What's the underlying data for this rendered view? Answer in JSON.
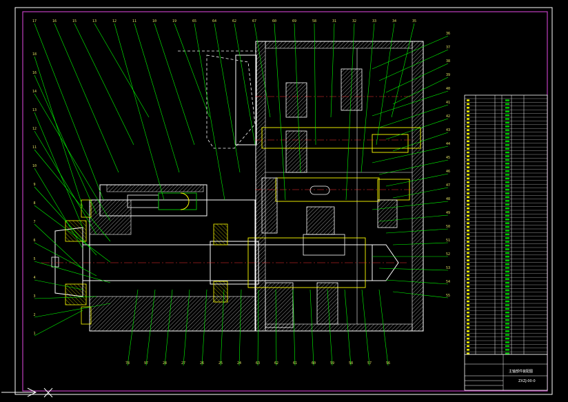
{
  "drawing": {
    "title_block_name": "主轴部件装配图",
    "title_block_code": "ZXZJ-00-0",
    "balloons_top": [
      "17",
      "16",
      "15",
      "13",
      "12",
      "11",
      "10",
      "19",
      "65",
      "64",
      "62",
      "67",
      "60",
      "69",
      "58",
      "31",
      "32",
      "33",
      "34",
      "35"
    ],
    "balloons_left": [
      "18",
      "16",
      "14",
      "13",
      "12",
      "11",
      "10",
      "9",
      "8",
      "7",
      "6",
      "5",
      "4",
      "3",
      "2",
      "1"
    ],
    "balloons_bottom": [
      "78",
      "97",
      "28",
      "27",
      "26",
      "25",
      "24",
      "63",
      "62",
      "61",
      "60",
      "59",
      "58",
      "57",
      "56"
    ],
    "balloons_right": [
      "36",
      "37",
      "38",
      "39",
      "40",
      "41",
      "42",
      "43",
      "44",
      "45",
      "46",
      "47",
      "48",
      "49",
      "50",
      "51",
      "52",
      "53",
      "54",
      "55"
    ]
  },
  "colors": {
    "frame": "#c040c0",
    "outline": "#ffffff",
    "part": "#ffff00",
    "leader": "#00ff00",
    "hatch": "#ffffff",
    "center": "#ff3030",
    "accent_green": "#00cc00"
  }
}
